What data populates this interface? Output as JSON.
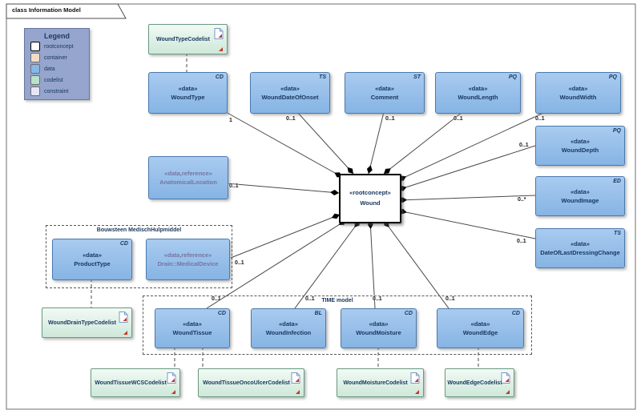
{
  "frame": {
    "title": "class Information Model"
  },
  "legend": {
    "title": "Legend",
    "items": [
      {
        "label": "rootconcept"
      },
      {
        "label": "container"
      },
      {
        "label": "data"
      },
      {
        "label": "codelist"
      },
      {
        "label": "constraint"
      }
    ]
  },
  "colors": {
    "rootconcept": "#ffffff",
    "container": "#f2dcc4",
    "data": "#85b8e8",
    "codelist": "#b9e2ca",
    "constraint": "#e6e6f7",
    "data_border": "#4a7aae",
    "codelist_border": "#6a9a80",
    "legend_bg": "#95a5cd"
  },
  "root": {
    "stereotype": "«rootconcept»",
    "name": "Wound"
  },
  "containers": [
    {
      "label": "Bouwsteen MedischHulpmiddel"
    },
    {
      "label": "TIME model"
    }
  ],
  "nodes": [
    {
      "stereotype": "«data»",
      "name": "WoundType",
      "type": "CD"
    },
    {
      "stereotype": "«data»",
      "name": "WoundDateOfOnset",
      "type": "TS"
    },
    {
      "stereotype": "«data»",
      "name": "Comment",
      "type": "ST"
    },
    {
      "stereotype": "«data»",
      "name": "WoundLength",
      "type": "PQ"
    },
    {
      "stereotype": "«data»",
      "name": "WoundWidth",
      "type": "PQ"
    },
    {
      "stereotype": "«data»",
      "name": "WoundDepth",
      "type": "PQ"
    },
    {
      "stereotype": "«data»",
      "name": "WoundImage",
      "type": "ED"
    },
    {
      "stereotype": "«data»",
      "name": "DateOfLastDressingChange",
      "type": "TS"
    },
    {
      "stereotype": "«data,reference»",
      "name": "AnatomicalLocation",
      "type": ""
    },
    {
      "stereotype": "«data»",
      "name": "ProductType",
      "type": "CD"
    },
    {
      "stereotype": "«data,reference»",
      "name": "Drain::MedicalDevice",
      "type": ""
    },
    {
      "stereotype": "«data»",
      "name": "WoundTissue",
      "type": "CD"
    },
    {
      "stereotype": "«data»",
      "name": "WoundInfection",
      "type": "BL"
    },
    {
      "stereotype": "«data»",
      "name": "WoundMoisture",
      "type": "CD"
    },
    {
      "stereotype": "«data»",
      "name": "WoundEdge",
      "type": "CD"
    }
  ],
  "codelists": [
    {
      "name": "WoundTypeCodelist"
    },
    {
      "name": "WoundDrainTypeCodelist"
    },
    {
      "name": "WoundTissueWCSCodelist"
    },
    {
      "name": "WoundTissueOncoUlcerCodelist"
    },
    {
      "name": "WoundMoistureCodelist"
    },
    {
      "name": "WoundEdgeCodelist"
    }
  ],
  "multiplicities": [
    "1",
    "0..1",
    "0..1",
    "0..1",
    "0..1",
    "0..1",
    "0..*",
    "0..1",
    "0..1",
    "0..1",
    "0..1",
    "0..1",
    "0..1",
    "0..1"
  ]
}
